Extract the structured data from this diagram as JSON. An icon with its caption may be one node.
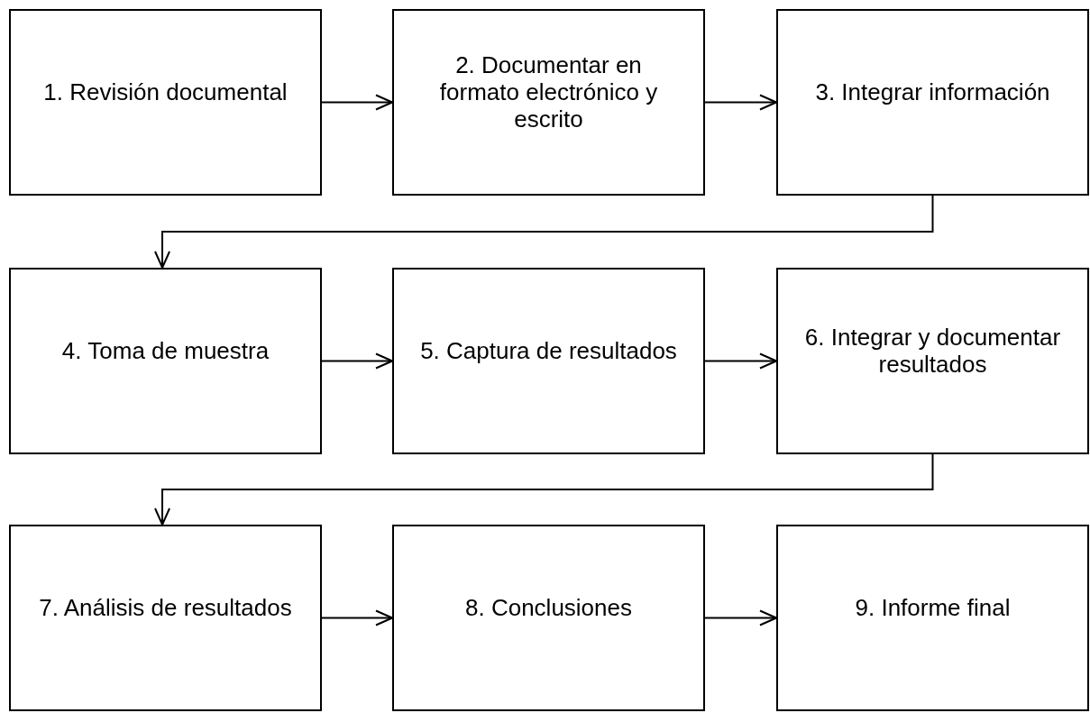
{
  "diagram": {
    "nodes": [
      {
        "text": [
          "1. Revisión documental"
        ]
      },
      {
        "text": [
          "2. Documentar en formato electrónico y escrito"
        ]
      },
      {
        "text": [
          "3. Integrar información"
        ]
      },
      {
        "text": [
          "4. Toma de muestra"
        ]
      },
      {
        "text": [
          "5. Captura de resultados"
        ]
      },
      {
        "text": [
          "6. Integrar y documentar resultados"
        ]
      },
      {
        "text": [
          "7. Análisis de resultados"
        ]
      },
      {
        "text": [
          "8. Conclusiones"
        ]
      },
      {
        "text": [
          "9. Informe final"
        ]
      }
    ],
    "edges": [
      {
        "from": 0,
        "to": 1,
        "arrow": "to"
      },
      {
        "from": 1,
        "to": 2,
        "arrow": "to"
      },
      {
        "from": 2,
        "to": 3,
        "arrow": "to"
      },
      {
        "from": 3,
        "to": 4,
        "arrow": "to"
      },
      {
        "from": 4,
        "to": 5,
        "arrow": "to"
      },
      {
        "from": 5,
        "to": 6,
        "arrow": "to"
      },
      {
        "from": 6,
        "to": 7,
        "arrow": "to"
      },
      {
        "from": 7,
        "to": 8,
        "arrow": "to"
      }
    ]
  }
}
